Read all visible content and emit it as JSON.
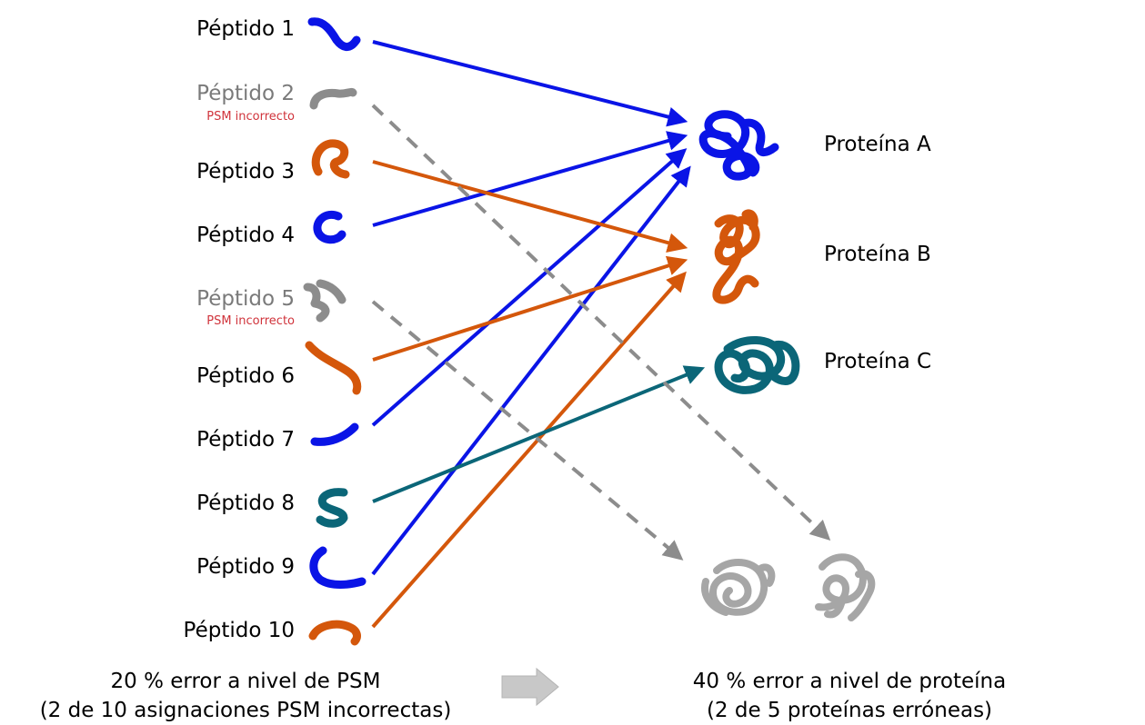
{
  "colors": {
    "blue": "#0a14e6",
    "orange": "#d4570b",
    "teal": "#0b6678",
    "gray": "#8c8c8c",
    "gray_light": "#a6a6a6",
    "error_red": "#d0333b",
    "arrow_box": "#c8c8c8"
  },
  "peptides": [
    {
      "label": "Péptido 1",
      "color": "blue",
      "correct": true,
      "target": "A"
    },
    {
      "label": "Péptido 2",
      "color": "gray",
      "correct": false,
      "sublabel": "PSM incorrecto",
      "target": "X2"
    },
    {
      "label": "Péptido 3",
      "color": "orange",
      "correct": true,
      "target": "B"
    },
    {
      "label": "Péptido 4",
      "color": "blue",
      "correct": true,
      "target": "A"
    },
    {
      "label": "Péptido 5",
      "color": "gray",
      "correct": false,
      "sublabel": "PSM incorrecto",
      "target": "X1"
    },
    {
      "label": "Péptido 6",
      "color": "orange",
      "correct": true,
      "target": "B"
    },
    {
      "label": "Péptido 7",
      "color": "blue",
      "correct": true,
      "target": "A"
    },
    {
      "label": "Péptido 8",
      "color": "teal",
      "correct": true,
      "target": "C"
    },
    {
      "label": "Péptido 9",
      "color": "blue",
      "correct": true,
      "target": "A"
    },
    {
      "label": "Péptido 10",
      "color": "orange",
      "correct": true,
      "target": "B"
    }
  ],
  "proteins": [
    {
      "id": "A",
      "label": "Proteína A",
      "color": "blue"
    },
    {
      "id": "B",
      "label": "Proteína B",
      "color": "orange"
    },
    {
      "id": "C",
      "label": "Proteína C",
      "color": "teal"
    },
    {
      "id": "X1",
      "label": "",
      "color": "gray_light"
    },
    {
      "id": "X2",
      "label": "",
      "color": "gray_light"
    }
  ],
  "captions": {
    "psm_line1": "20 % error a nivel de PSM",
    "psm_line2": "(2 de 10 asignaciones PSM incorrectas)",
    "protein_line1": "40 % error a nivel de proteína",
    "protein_line2": "(2 de 5 proteínas erróneas)"
  }
}
